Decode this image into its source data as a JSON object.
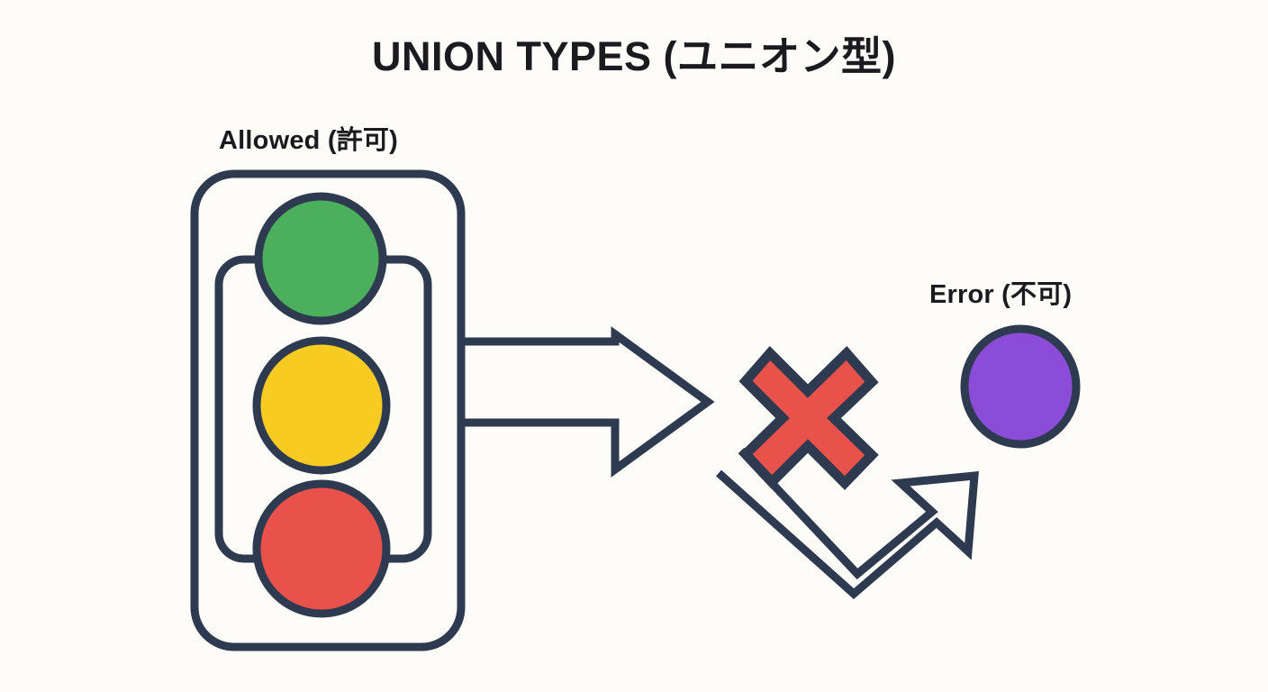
{
  "page": {
    "title": "UNION TYPES (ユニオン型)",
    "background_color": "#fdfcf8",
    "text_color": "#1b1b1f",
    "stroke_color": "#2e3a50"
  },
  "labels": {
    "allowed": "Allowed (許可)",
    "error": "Error (不可)"
  },
  "traffic_light": {
    "name": "traffic-light",
    "lights": [
      {
        "name": "green-light",
        "color": "#4caf5c",
        "state": "green"
      },
      {
        "name": "yellow-light",
        "color": "#f8cb22",
        "state": "yellow"
      },
      {
        "name": "red-light",
        "color": "#e8524a",
        "state": "red"
      }
    ]
  },
  "shapes": {
    "big_arrow": {
      "name": "flow-arrow-right",
      "style": "outline",
      "color": "#2e3a50"
    },
    "x_mark": {
      "name": "x-mark-icon",
      "fill": "#e8524a",
      "stroke": "#2e3a50"
    },
    "zigzag_arrow": {
      "name": "rejected-arrow",
      "style": "outline",
      "color": "#2e3a50"
    },
    "purple_circle": {
      "name": "purple-circle",
      "color": "#8b4dd8",
      "stroke": "#2e3a50"
    }
  }
}
